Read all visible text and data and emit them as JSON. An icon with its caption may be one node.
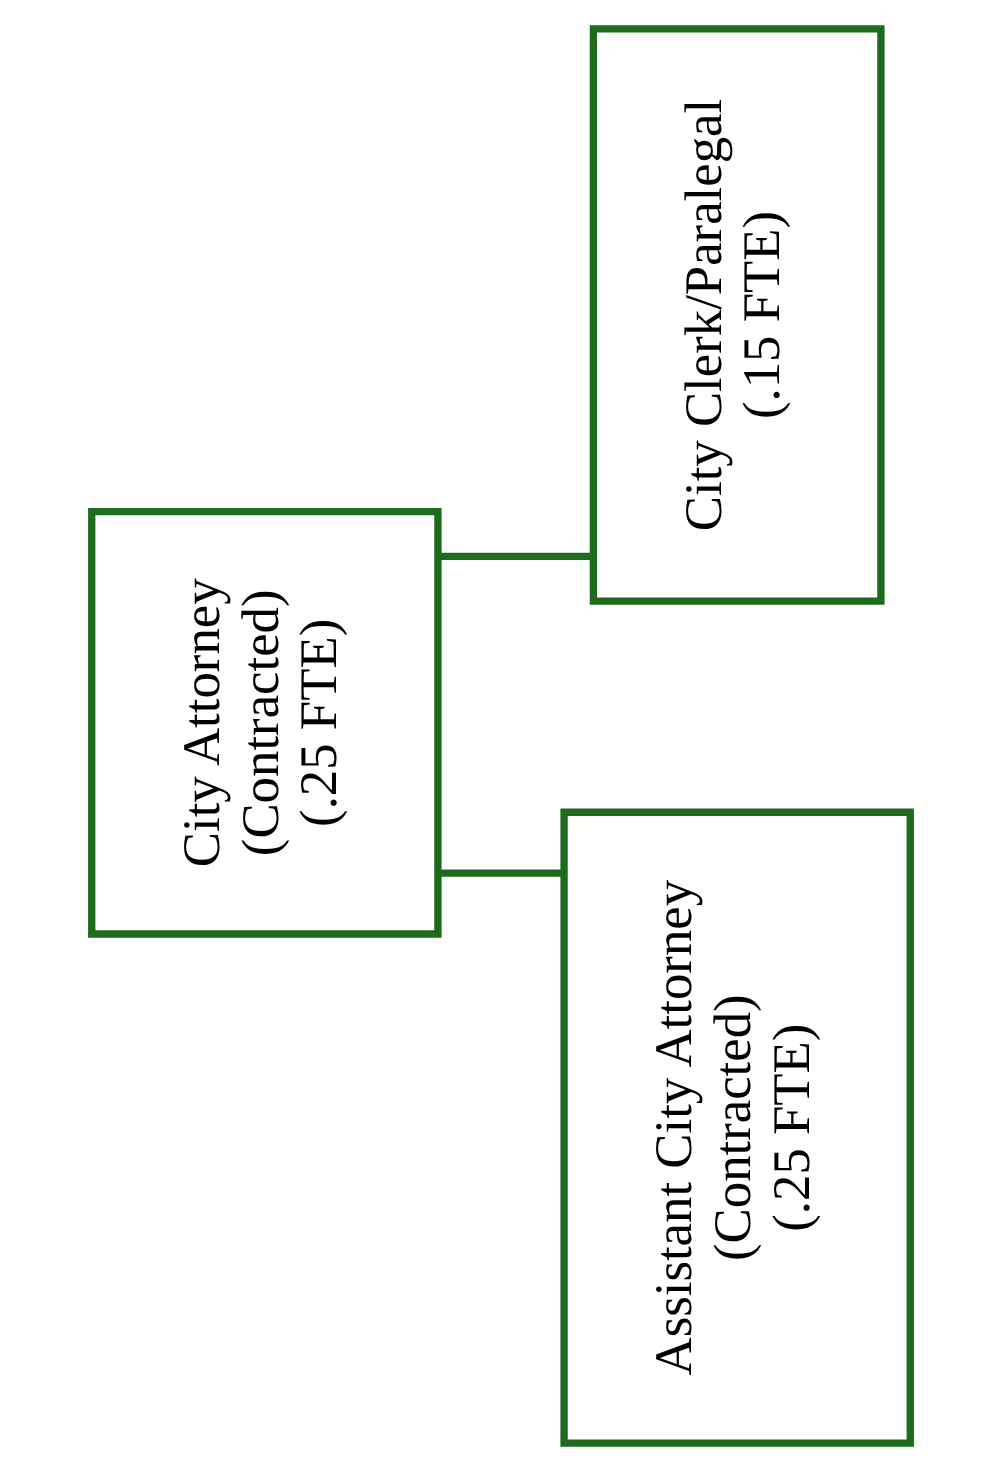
{
  "diagram": {
    "nodes": [
      {
        "text": [
          "City Attorney",
          "(Contracted)",
          "(.25 FTE)"
        ]
      },
      {
        "text": [
          "City Clerk/Paralegal",
          "(.15 FTE)"
        ]
      },
      {
        "text": [
          "Assistant City Attorney",
          "(Contracted)",
          "(.25 FTE)"
        ]
      }
    ],
    "edges": [
      {
        "from": 0,
        "to": 1,
        "arrow": "none"
      },
      {
        "from": 0,
        "to": 2,
        "arrow": "none"
      }
    ]
  }
}
